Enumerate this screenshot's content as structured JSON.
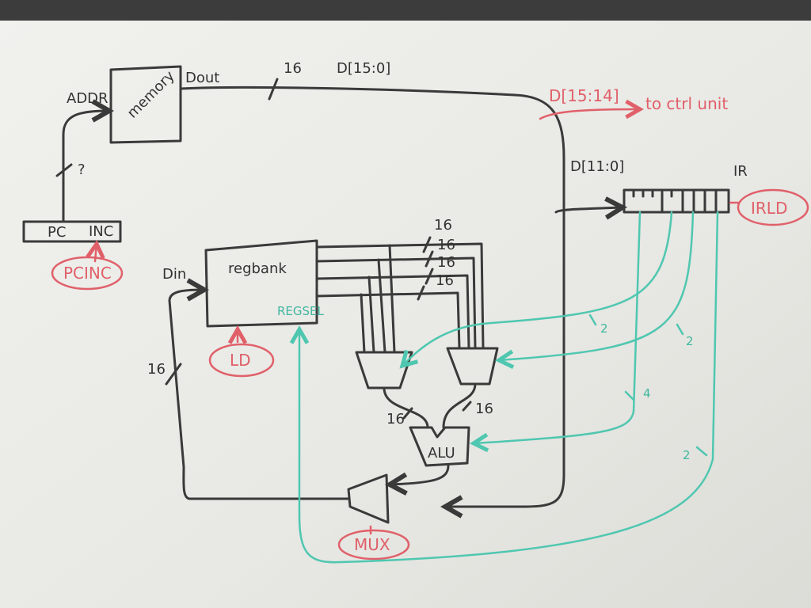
{
  "memory": {
    "label": "memory",
    "addr": "ADDR",
    "dout": "Dout"
  },
  "bus": {
    "width": "16",
    "label": "D[15:0]"
  },
  "ctrl": {
    "bits": "D[15:14]",
    "dest": "to ctrl unit"
  },
  "ir": {
    "bits": "D[11:0]",
    "label": "IR",
    "load": "IRLD"
  },
  "pc": {
    "label": "PC",
    "inc": "INC",
    "control": "PCINC",
    "width": "?"
  },
  "regbank": {
    "label": "regbank",
    "din": "Din",
    "regsel": "REGSEL",
    "load": "LD",
    "din_width": "16",
    "out_widths": [
      "16",
      "16",
      "16",
      "16"
    ]
  },
  "alu": {
    "label": "ALU",
    "in_widths": [
      "16",
      "16"
    ]
  },
  "mux": {
    "label": "MUX"
  },
  "select_widths": [
    "2",
    "2",
    "4",
    "2"
  ]
}
